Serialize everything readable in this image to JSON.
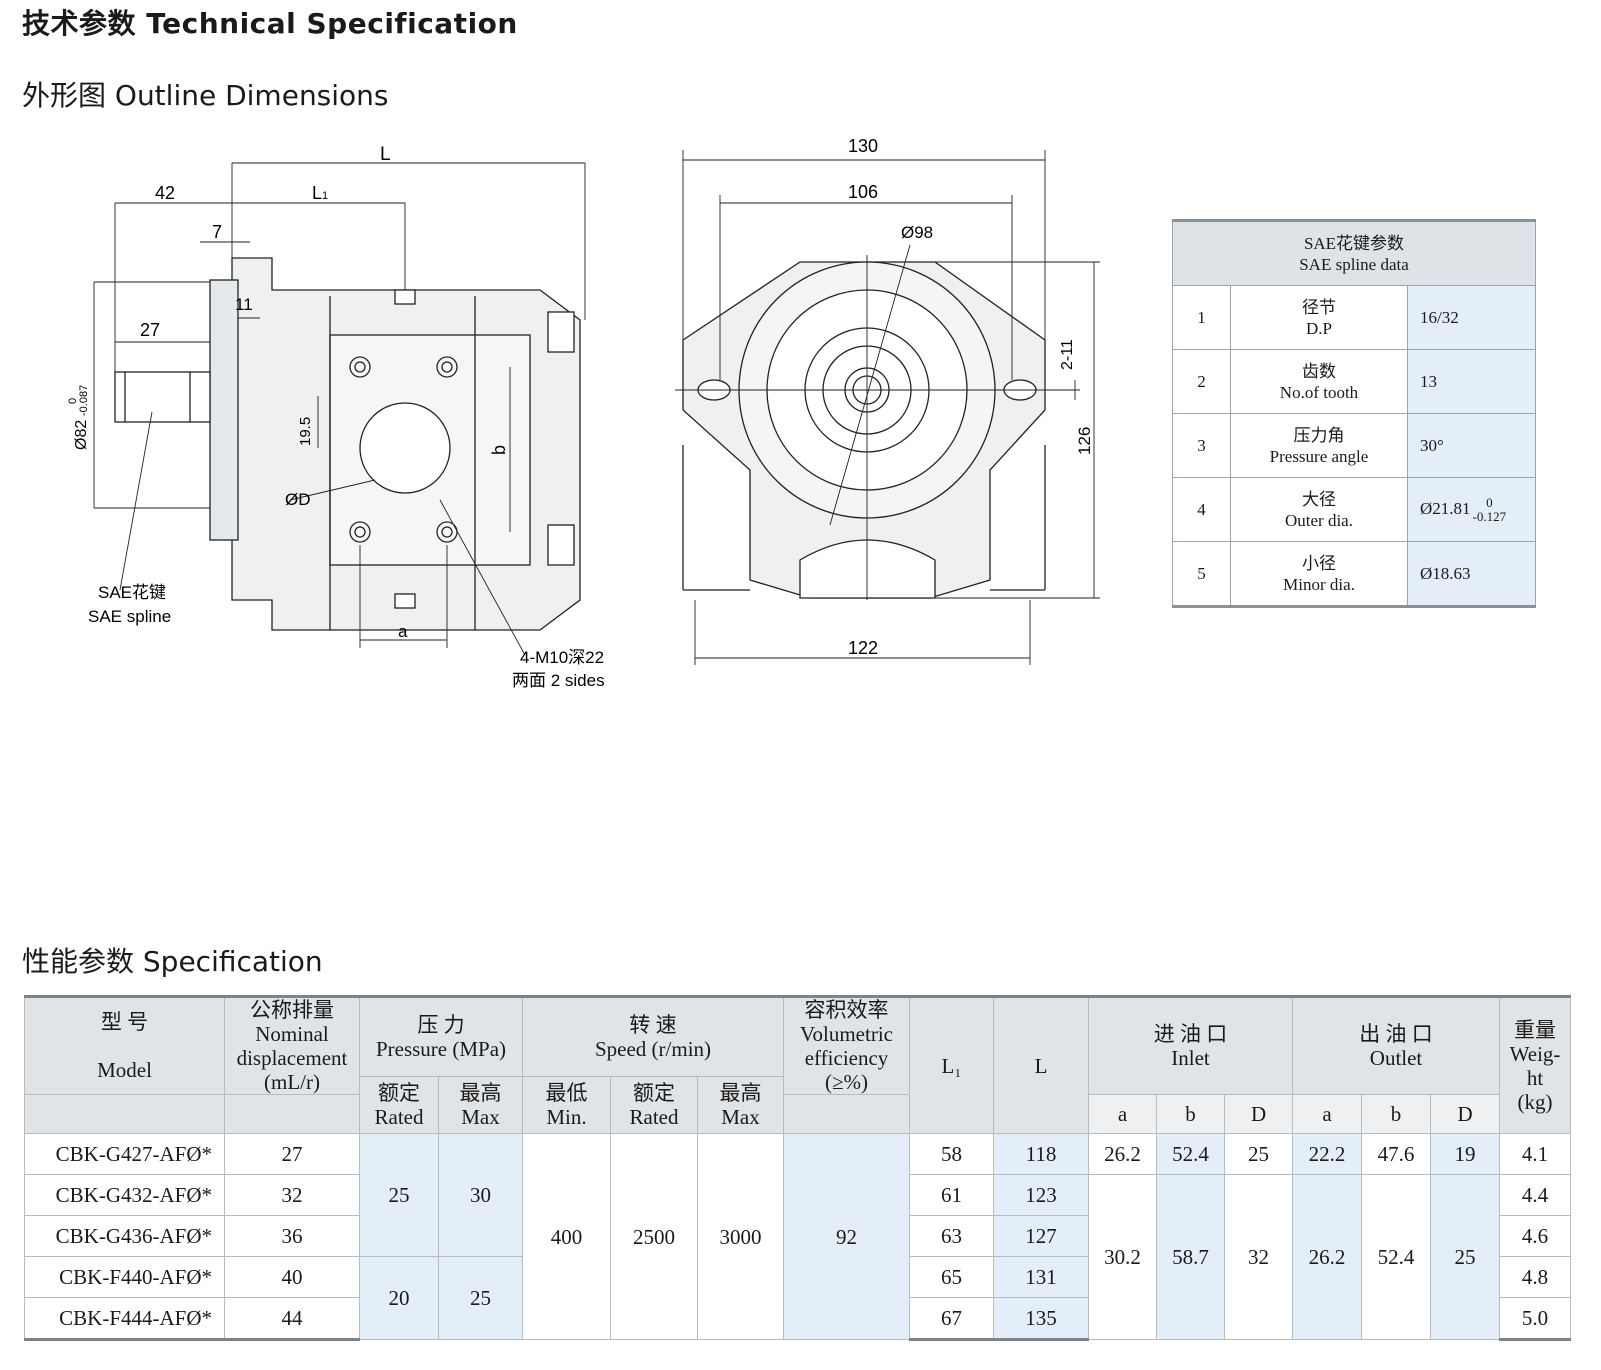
{
  "title": "技术参数 Technical Specification",
  "outline_title": "外形图   Outline Dimensions",
  "spec_title": "性能参数   Specification",
  "drawing_labels": {
    "L": "L",
    "L1": "L",
    "L1_sub": "1",
    "d42": "42",
    "d7": "7",
    "d11": "11",
    "d27": "27",
    "d82": "Ø82",
    "d82_tol_up": "0",
    "d82_tol_dn": "-0.087",
    "d19_5": "19.5",
    "b": "b",
    "D": "ØD",
    "a": "a",
    "sae_cn": "SAE花键",
    "sae_en": "SAE spline",
    "m10": "4-M10深22",
    "sides": "两面  2 sides",
    "d130": "130",
    "d106": "106",
    "d98": "Ø98",
    "d2_11": "2-11",
    "d126": "126",
    "d122": "122"
  },
  "spline_table": {
    "header_cn": "SAE花键参数",
    "header_en": "SAE spline data",
    "rows": [
      {
        "num": "1",
        "cn": "径节",
        "en": "D.P",
        "value": "16/32"
      },
      {
        "num": "2",
        "cn": "齿数",
        "en": "No.of tooth",
        "value": "13"
      },
      {
        "num": "3",
        "cn": "压力角",
        "en": "Pressure angle",
        "value": "30°"
      },
      {
        "num": "4",
        "cn": "大径",
        "en": "Outer dia.",
        "value": "Ø21.81",
        "tol_up": "0",
        "tol_dn": "-0.127"
      },
      {
        "num": "5",
        "cn": "小径",
        "en": "Minor dia.",
        "value": "Ø18.63"
      }
    ]
  },
  "spec_table": {
    "headers": {
      "model_cn": "型       号",
      "model_en": "Model",
      "disp_cn": "公称排量",
      "disp_en1": "Nominal",
      "disp_en2": "displacement",
      "disp_unit": "(mL/r)",
      "pressure_cn": "压       力",
      "pressure_en": "Pressure (MPa)",
      "rated_cn": "额定",
      "rated_en": "Rated",
      "max_cn": "最高",
      "max_en": "Max",
      "speed_cn": "转       速",
      "speed_en": "Speed (r/min)",
      "min_cn": "最低",
      "min_en": "Min.",
      "eff_cn": "容积效率",
      "eff_en1": "Volumetric",
      "eff_en2": "efficiency",
      "eff_unit": "(≥%)",
      "L1": "L₁",
      "L": "L",
      "inlet_cn": "进   油   口",
      "inlet_en": "Inlet",
      "outlet_cn": "出   油   口",
      "outlet_en": "Outlet",
      "a": "a",
      "b": "b",
      "D": "D",
      "weight_cn": "重量",
      "weight_en1": "Weig-",
      "weight_en2": "ht",
      "weight_unit": "(kg)"
    },
    "rows": [
      {
        "model": "CBK-G427-AFØ*",
        "disp": "27",
        "L1": "58",
        "L": "118",
        "weight": "4.1"
      },
      {
        "model": "CBK-G432-AFØ*",
        "disp": "32",
        "L1": "61",
        "L": "123",
        "weight": "4.4"
      },
      {
        "model": "CBK-G436-AFØ*",
        "disp": "36",
        "L1": "63",
        "L": "127",
        "weight": "4.6"
      },
      {
        "model": "CBK-F440-AFØ*",
        "disp": "40",
        "L1": "65",
        "L": "131",
        "weight": "4.8"
      },
      {
        "model": "CBK-F444-AFØ*",
        "disp": "44",
        "L1": "67",
        "L": "135",
        "weight": "5.0"
      }
    ],
    "pressure_group1": {
      "rated": "25",
      "max": "30"
    },
    "pressure_group2": {
      "rated": "20",
      "max": "25"
    },
    "speed": {
      "min": "400",
      "rated": "2500",
      "max": "3000"
    },
    "efficiency": "92",
    "inlet_row1": {
      "a": "26.2",
      "b": "52.4",
      "D": "25"
    },
    "outlet_row1": {
      "a": "22.2",
      "b": "47.6",
      "D": "19"
    },
    "inlet_rest": {
      "a": "30.2",
      "b": "58.7",
      "D": "32"
    },
    "outlet_rest": {
      "a": "26.2",
      "b": "52.4",
      "D": "25"
    }
  }
}
